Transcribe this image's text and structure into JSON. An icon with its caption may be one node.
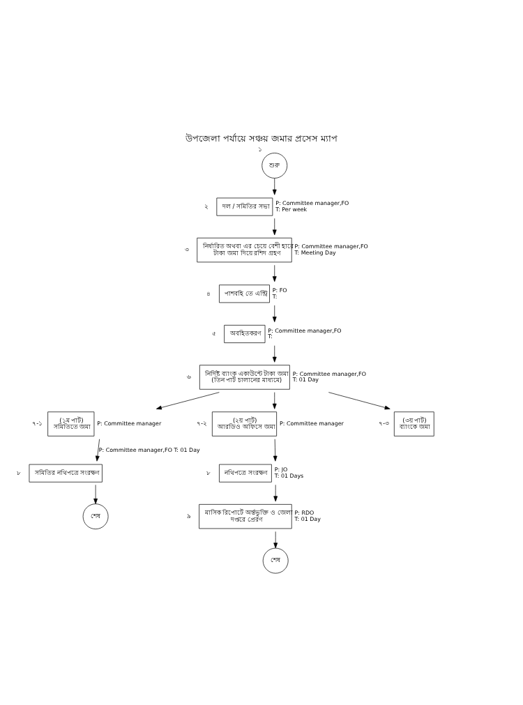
{
  "diagram": {
    "title": "উপজেলা পর্যায়ে সঞ্চয় জমার প্রসেস ম্যাপ",
    "nodes": [
      {
        "text": [
          "শুরু"
        ],
        "beside": [
          "১"
        ]
      },
      {
        "text": [
          "দল / সমিতির সভা"
        ],
        "beside": [
          "২",
          "P: Committee manager,FO",
          "T: Per week"
        ]
      },
      {
        "text": [
          "নির্ধারিত অথবা এর চেয়ে বেশী হারে টাকা জমা দিয়ে রশিদ গ্রহণ"
        ],
        "beside": [
          "৩",
          "P: Committee manager,FO",
          "T: Meeting Day"
        ]
      },
      {
        "text": [
          "পাশবহি তে এন্ট্রি"
        ],
        "beside": [
          "৪",
          "P: FO",
          "T:"
        ]
      },
      {
        "text": [
          "অবহিতকরণ"
        ],
        "beside": [
          "৫",
          "P: Committee manager,FO",
          "T:"
        ]
      },
      {
        "text": [
          "নির্দিষ্ট ব্যাংক একাউন্টে টাকা জমা (তিন পার্ট চালানের মাধ্যমে)"
        ],
        "beside": [
          "৬",
          "P: Committee manager,FO",
          "T: 01 Day"
        ]
      },
      {
        "text": [
          "(১ম পার্ট)",
          "সমিতিতে জমা"
        ],
        "beside": [
          "৭-১",
          "P: Committee manager"
        ]
      },
      {
        "text": [
          "(২য় পার্ট)",
          "আরডিও অফিসে জমা"
        ],
        "beside": [
          "৭-২",
          "P: Committee manager"
        ]
      },
      {
        "text": [
          "(৩য় পার্ট)",
          "ব্যাংকে জমা"
        ],
        "beside": [
          "৭-৩"
        ]
      },
      {
        "text": [
          "সমিতির নথিপত্রে সংরক্ষণ"
        ],
        "beside": [
          "৮"
        ]
      },
      {
        "text": [
          "নথিপত্রে সংরক্ষণ"
        ],
        "beside": [
          "৮",
          "P: JO",
          "T: 01 Days"
        ]
      },
      {
        "text": [
          "শেষ"
        ]
      },
      {
        "text": [
          "মাসিক রিপোর্টে অর্ন্তভুক্তি ও জেলা দপ্তরে প্রেরণ"
        ],
        "beside": [
          "৯",
          "P: RDO",
          "T: 01 Day"
        ]
      },
      {
        "text": [
          "শেষ"
        ]
      }
    ],
    "edges": [
      {
        "from": 0,
        "to": 1,
        "arrow": "to"
      },
      {
        "from": 1,
        "to": 2,
        "arrow": "to"
      },
      {
        "from": 2,
        "to": 3,
        "arrow": "to"
      },
      {
        "from": 3,
        "to": 4,
        "arrow": "to"
      },
      {
        "from": 4,
        "to": 5,
        "arrow": "to"
      },
      {
        "from": 5,
        "to": 6,
        "arrow": "to"
      },
      {
        "from": 5,
        "to": 7,
        "arrow": "to"
      },
      {
        "from": 5,
        "to": 8,
        "arrow": "to"
      },
      {
        "from": 6,
        "to": 9,
        "arrow": "to",
        "label": "P: Committee manager,FO T: 01 Day"
      },
      {
        "from": 7,
        "to": 10,
        "arrow": "to"
      },
      {
        "from": 9,
        "to": 11,
        "arrow": "to"
      },
      {
        "from": 10,
        "to": 12,
        "arrow": "to"
      },
      {
        "from": 12,
        "to": 13,
        "arrow": "to"
      }
    ]
  }
}
